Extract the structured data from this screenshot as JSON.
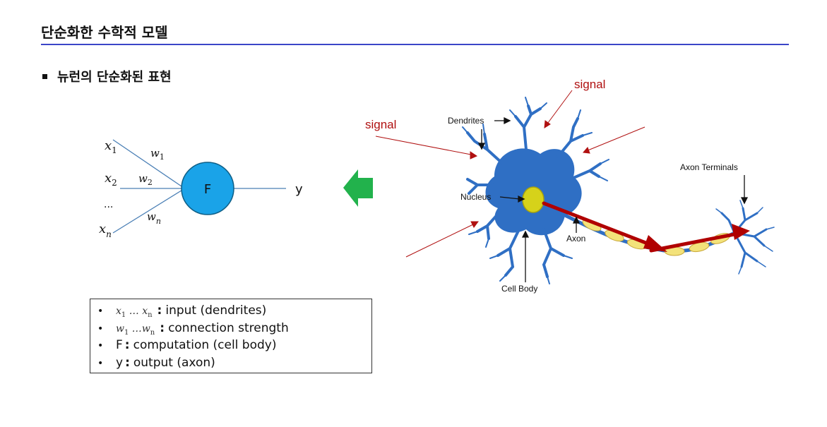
{
  "header": {
    "title": "단순화한 수학적 모델"
  },
  "section": {
    "bullet_text": "뉴런의 단순화된 표현"
  },
  "model": {
    "inputs": [
      {
        "var": "x",
        "sub": "1"
      },
      {
        "var": "x",
        "sub": "2"
      },
      {
        "var": "x",
        "sub": "n"
      }
    ],
    "ellipsis": "...",
    "weights": [
      {
        "var": "w",
        "sub": "1"
      },
      {
        "var": "w",
        "sub": "2"
      },
      {
        "var": "w",
        "sub": "n"
      }
    ],
    "node_label": "F",
    "output_label": "y"
  },
  "neuron": {
    "signal_labels": [
      "signal",
      "signal"
    ],
    "dendrites": "Dendrites",
    "nucleus": "Nucleus",
    "axon": "Axon",
    "cell_body": "Cell Body",
    "axon_terminals": "Axon Terminals"
  },
  "legend": {
    "items": [
      {
        "m1": "x",
        "s1": "1",
        "ell": " … ",
        "m2": "x",
        "s2": "n",
        "text": "input (dendrites)"
      },
      {
        "m1": "w",
        "s1": "1",
        "ell": " …",
        "m2": "w",
        "s2": "n",
        "text": "connection strength"
      },
      {
        "m1": "",
        "s1": "",
        "ell": "",
        "m2": "F",
        "s2": "",
        "text": "computation (cell body)"
      },
      {
        "m1": "",
        "s1": "",
        "ell": "",
        "m2": "y",
        "s2": "",
        "text": "output (axon)"
      }
    ]
  },
  "colors": {
    "accent_rule": "#3b45c8",
    "node_fill": "#1aa3e8",
    "arrow_green": "#22b24c",
    "signal_red": "#b01010",
    "neuron_blue": "#2f6fc4",
    "nucleus_yellow": "#d6d21a",
    "axon_arrow": "#b00000"
  }
}
